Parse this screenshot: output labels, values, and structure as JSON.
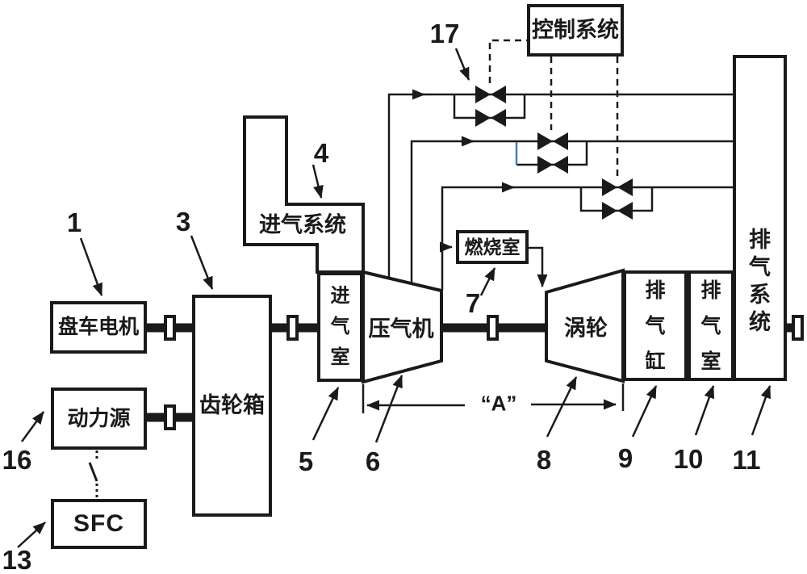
{
  "figure": {
    "boxes": {
      "control_system": "控制系统",
      "intake_system": "进气系统",
      "turning_motor": "盘车电机",
      "gearbox": "齿轮箱",
      "power_source": "动力源",
      "sfc": "SFC",
      "intake_chamber": "进气室",
      "compressor": "压气机",
      "combustion_chamber": "燃烧室",
      "turbine": "涡轮",
      "exhaust_cylinder": "排气缸",
      "exhaust_chamber": "排气室",
      "exhaust_system": "排气系统"
    },
    "ref_labels": {
      "turning_motor": "1",
      "gearbox": "3",
      "intake_system": "4",
      "intake_chamber": "5",
      "compressor": "6",
      "combustion_chamber": "7",
      "turbine": "8",
      "exhaust_cylinder": "9",
      "exhaust_chamber": "10",
      "exhaust_system": "11",
      "sfc": "13",
      "power_source": "16",
      "blowoff_valve": "17"
    },
    "dimension": {
      "a": "“A”"
    },
    "colors": {
      "line": "#1a1a1a",
      "highlight_blue": "#4a7cb5",
      "background": "#ffffff"
    }
  }
}
